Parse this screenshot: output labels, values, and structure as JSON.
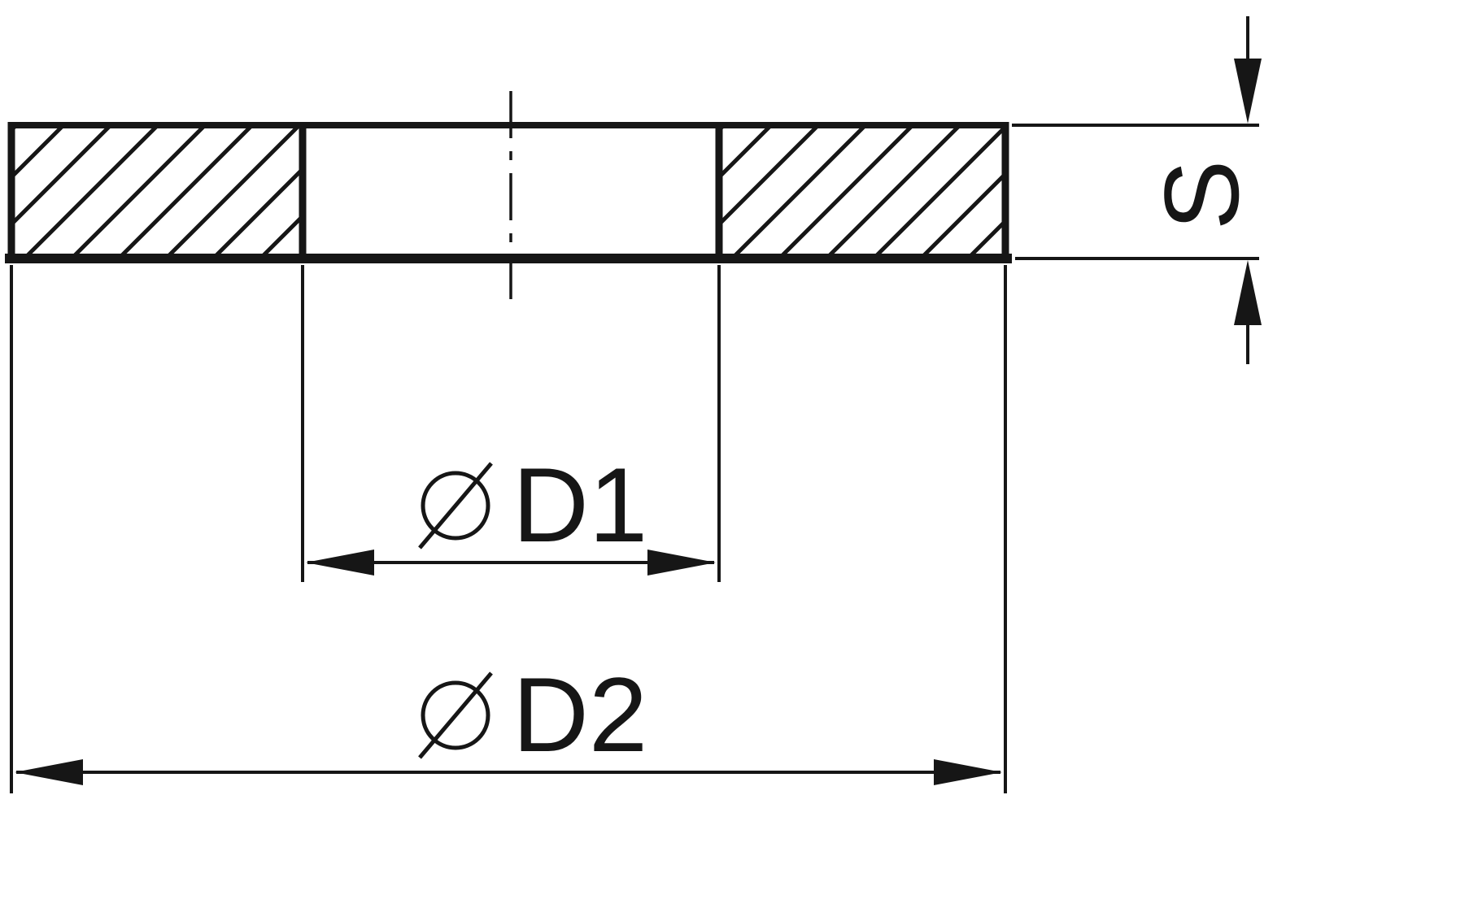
{
  "drawing": {
    "title": "washer-cross-section",
    "labels": {
      "inner_diameter": "D1",
      "outer_diameter": "D2",
      "thickness": "S",
      "diameter_symbol": "⌀"
    },
    "colors": {
      "line": "#161616",
      "background": "#ffffff"
    }
  }
}
